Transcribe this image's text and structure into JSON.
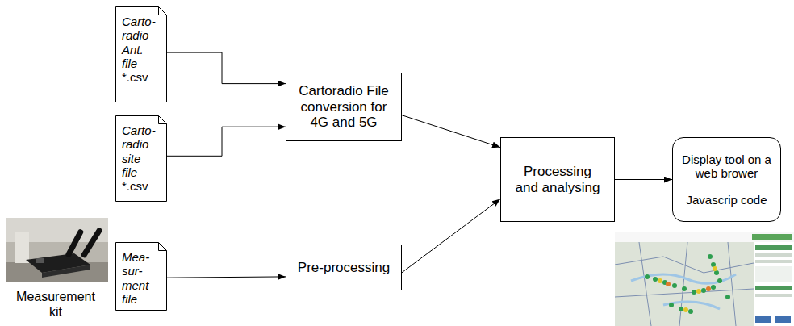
{
  "diagram": {
    "nodes": [
      {
        "text": [
          "Carto-radio Ant. file",
          "*.csv"
        ]
      },
      {
        "text": [
          "Carto-radio site file",
          "*.csv"
        ]
      },
      {
        "text": [
          "Mea-sur-ment file"
        ]
      },
      {
        "text": [
          "Cartoradio File conversion for 4G and 5G"
        ]
      },
      {
        "text": [
          "Pre-processing"
        ]
      },
      {
        "text": [
          "Processing and analysing"
        ]
      },
      {
        "text": [
          "Display tool on a web brower",
          "Javascrip code"
        ]
      }
    ],
    "edges": [
      {
        "from": 0,
        "to": 3,
        "arrow": "to"
      },
      {
        "from": 1,
        "to": 3,
        "arrow": "to"
      },
      {
        "from": 2,
        "to": 4,
        "arrow": "to"
      },
      {
        "from": 3,
        "to": 5,
        "arrow": "to"
      },
      {
        "from": 4,
        "to": 5,
        "arrow": "to"
      },
      {
        "from": 5,
        "to": 6,
        "arrow": "to"
      }
    ],
    "labels": [
      "Measurement kit"
    ]
  }
}
